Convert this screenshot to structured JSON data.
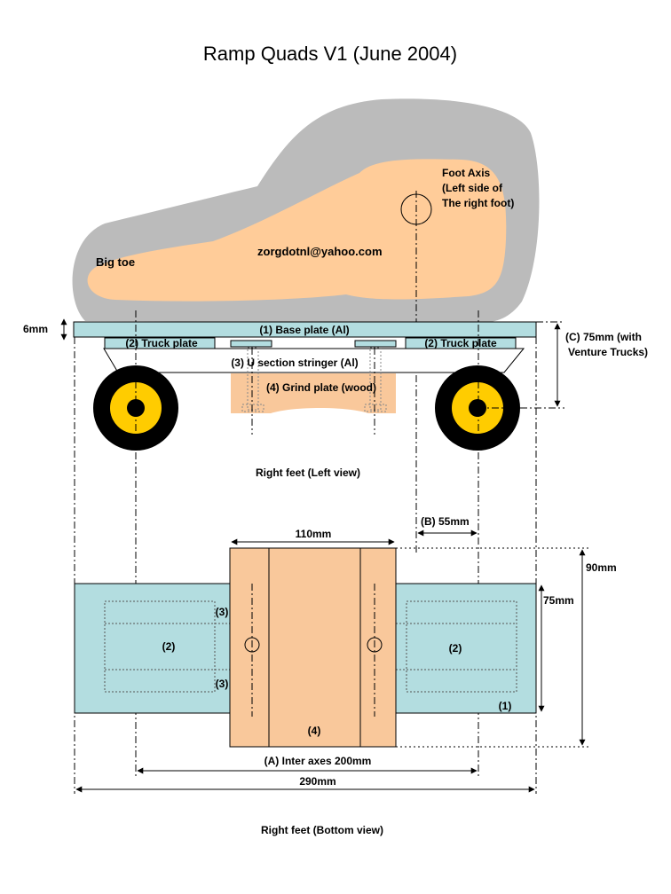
{
  "title": "Ramp Quads V1 (June 2004)",
  "side_view": {
    "caption": "Right feet (Left view)",
    "foot_axis": [
      "Foot Axis",
      "(Left side of",
      "The right foot)"
    ],
    "big_toe": "Big toe",
    "email": "zorgdotnl@yahoo.com",
    "base_plate": "(1) Base plate (Al)",
    "truck_plate_left": "(2) Truck plate",
    "truck_plate_right": "(2) Truck plate",
    "stringer": "(3) U section stringer (Al)",
    "grind_plate": "(4) Grind plate (wood)",
    "dim_6mm": "6mm",
    "dim_75mm_line1": "(C) 75mm (with",
    "dim_75mm_line2": "Venture Trucks)"
  },
  "bottom_view": {
    "caption": "Right feet (Bottom view)",
    "dim_110mm": "110mm",
    "dim_55mm": "(B) 55mm",
    "dim_90mm": "90mm",
    "dim_75mm": "75mm",
    "dim_inter_axes": "(A) Inter axes 200mm",
    "dim_290mm": "290mm",
    "label_2_left": "(2)",
    "label_2_right": "(2)",
    "label_3_top": "(3)",
    "label_3_bottom": "(3)",
    "label_4": "(4)",
    "label_1": "(1)"
  },
  "colors": {
    "foot": "#ffcc99",
    "shoe": "#bbbbbb",
    "plate": "#b3dde0",
    "wood": "#f9c89b",
    "wheel_tire": "#000000",
    "wheel_hub": "#ffcc00"
  }
}
